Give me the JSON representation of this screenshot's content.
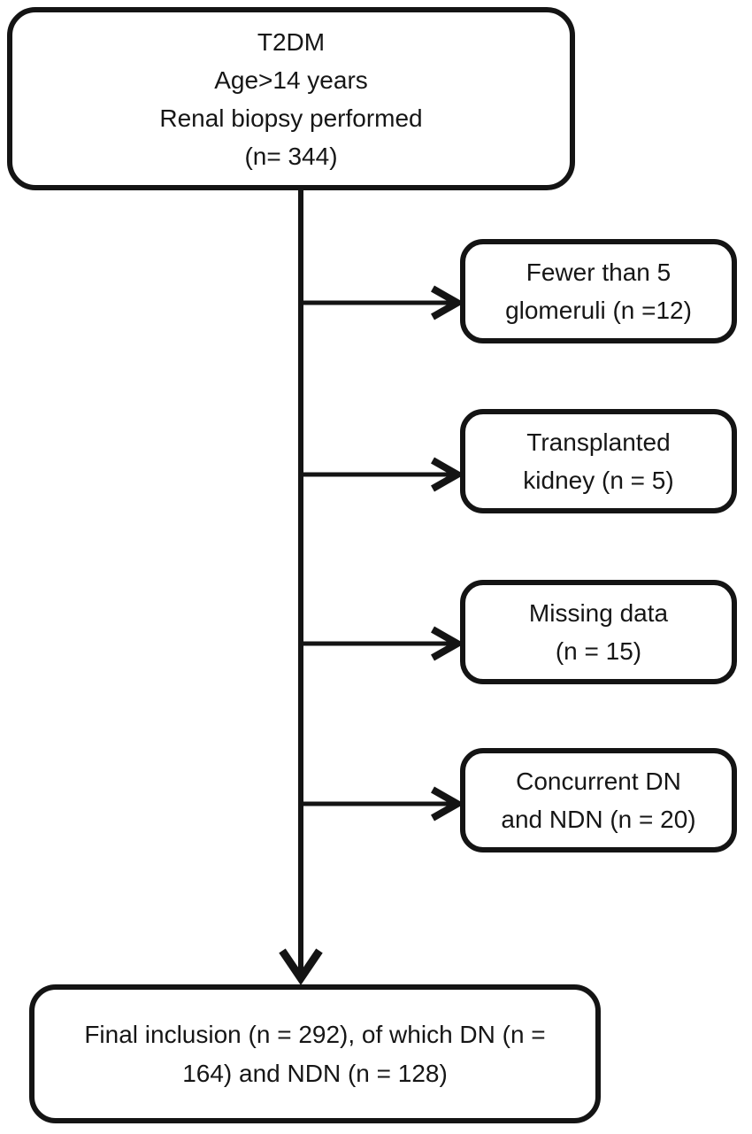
{
  "flow": {
    "start": {
      "lines": [
        "T2DM",
        "Age>14 years",
        "Renal biopsy performed",
        "(n= 344)"
      ]
    },
    "exclusions": [
      {
        "lines": [
          "Fewer than 5",
          "glomeruli (n =12)"
        ]
      },
      {
        "lines": [
          "Transplanted",
          "kidney (n = 5)"
        ]
      },
      {
        "lines": [
          "Missing data",
          "(n = 15)"
        ]
      },
      {
        "lines": [
          "Concurrent DN",
          "and NDN (n = 20)"
        ]
      }
    ],
    "final": {
      "text": "Final inclusion (n = 292), of which DN (n = 164) and NDN (n = 128)"
    }
  },
  "colors": {
    "stroke": "#141414",
    "background": "#ffffff"
  }
}
